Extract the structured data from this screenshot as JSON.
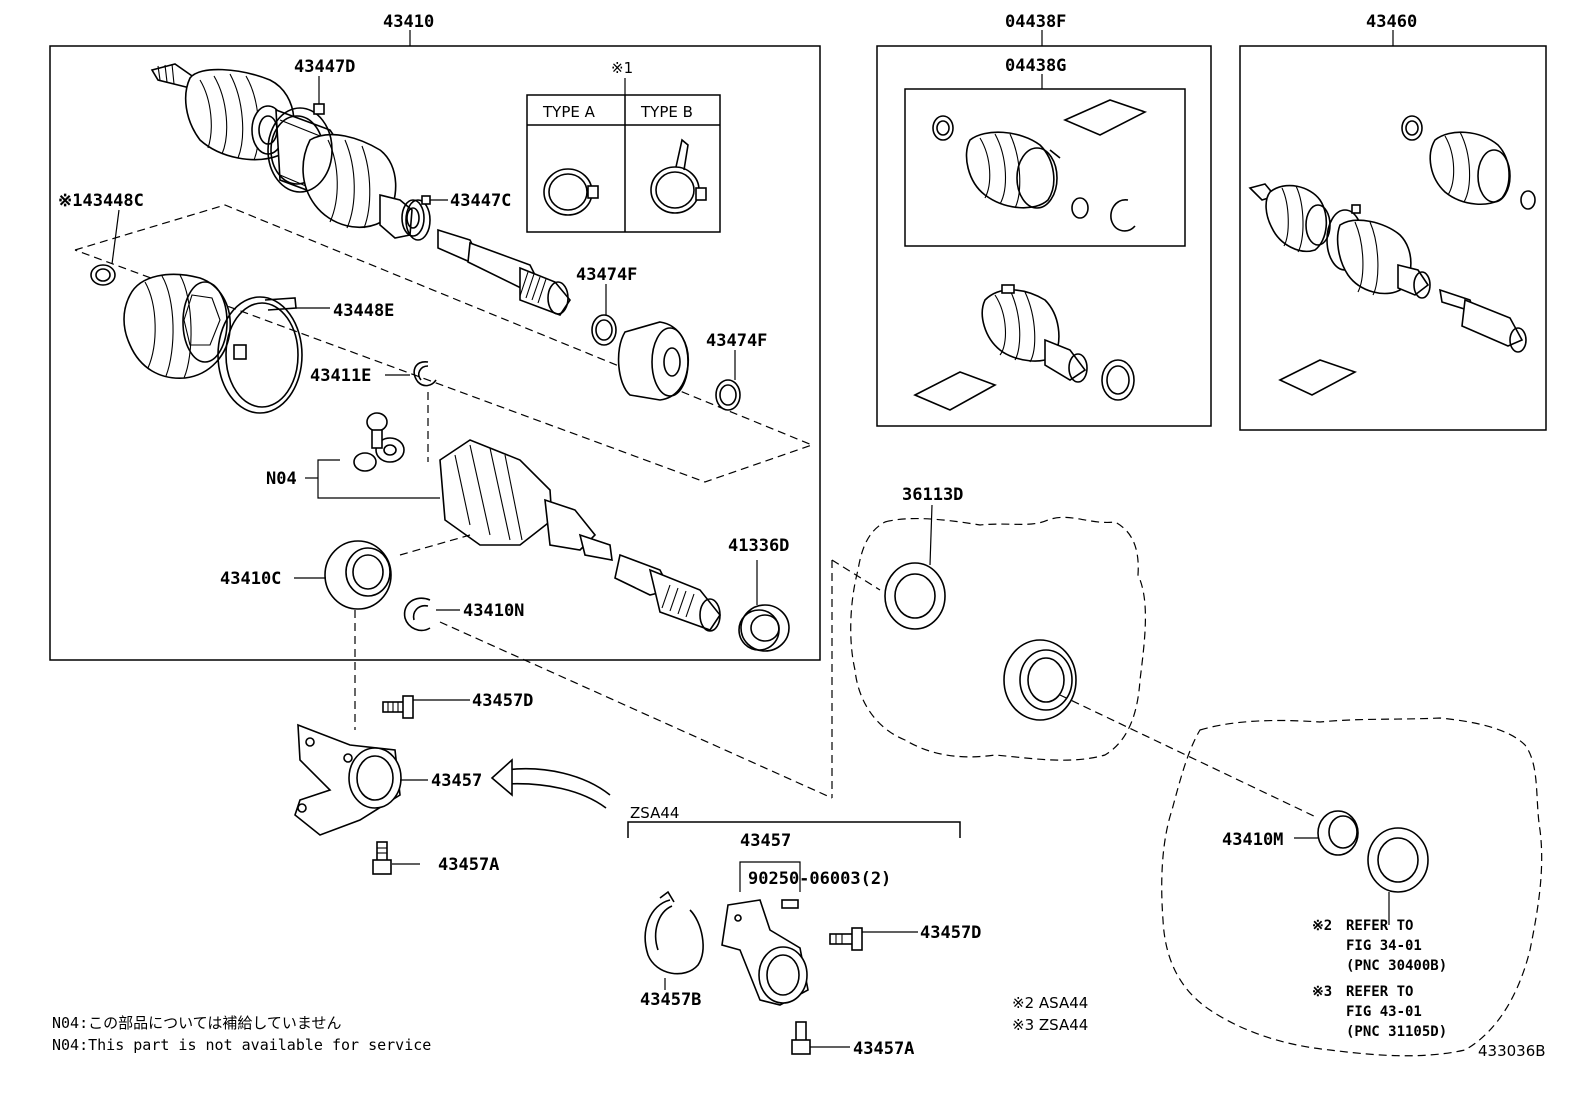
{
  "groups": {
    "main_assembly": "43410",
    "boot_kit": "04438F",
    "boot_kit_inner": "04438G",
    "shaft_assembly": "43460"
  },
  "type_table": {
    "marker": "※1",
    "type_a": "TYPE A",
    "type_b": "TYPE B"
  },
  "parts": {
    "p43447D": "43447D",
    "p43447C": "43447C",
    "p43448C": "※143448C",
    "p43448E": "43448E",
    "p43474F_a": "43474F",
    "p43474F_b": "43474F",
    "p43411E": "43411E",
    "pN04": "N04",
    "p41336D": "41336D",
    "p43410C": "43410C",
    "p43410N": "43410N",
    "p36113D": "36113D",
    "p43457D_a": "43457D",
    "p43457_a": "43457",
    "p43457A_a": "43457A",
    "p43410M": "43410M"
  },
  "zsa44": {
    "title": "ZSA44",
    "bracket": "43457",
    "bolt_ref": "90250-06003(2)",
    "p43457B": "43457B",
    "p43457D": "43457D",
    "p43457A": "43457A"
  },
  "refer": {
    "r2_mark": "※2",
    "r2_line1": "REFER TO",
    "r2_line2": "FIG 34-01",
    "r2_line3": "(PNC 30400B)",
    "r3_mark": "※3",
    "r3_line1": "REFER TO",
    "r3_line2": "FIG 43-01",
    "r3_line3": "(PNC 31105D)"
  },
  "models": {
    "m2": "※2 ASA44",
    "m3": "※3 ZSA44"
  },
  "notes": {
    "jp": "N04:この部品については補給していません",
    "en": "N04:This part is not available for service"
  },
  "figure_id": "433036B"
}
